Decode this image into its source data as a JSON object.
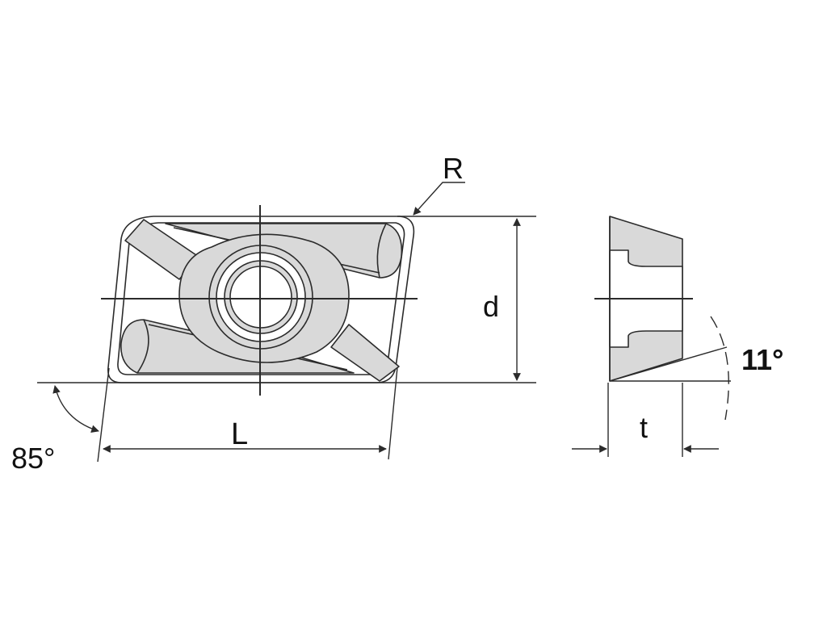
{
  "labels": {
    "radius": "R",
    "width": "d",
    "length": "L",
    "thickness": "t",
    "clearance_angle": "11°",
    "corner_angle": "85°"
  },
  "colors": {
    "line": "#2b2b2b",
    "fill": "#d9d9d9",
    "background": "#ffffff"
  }
}
